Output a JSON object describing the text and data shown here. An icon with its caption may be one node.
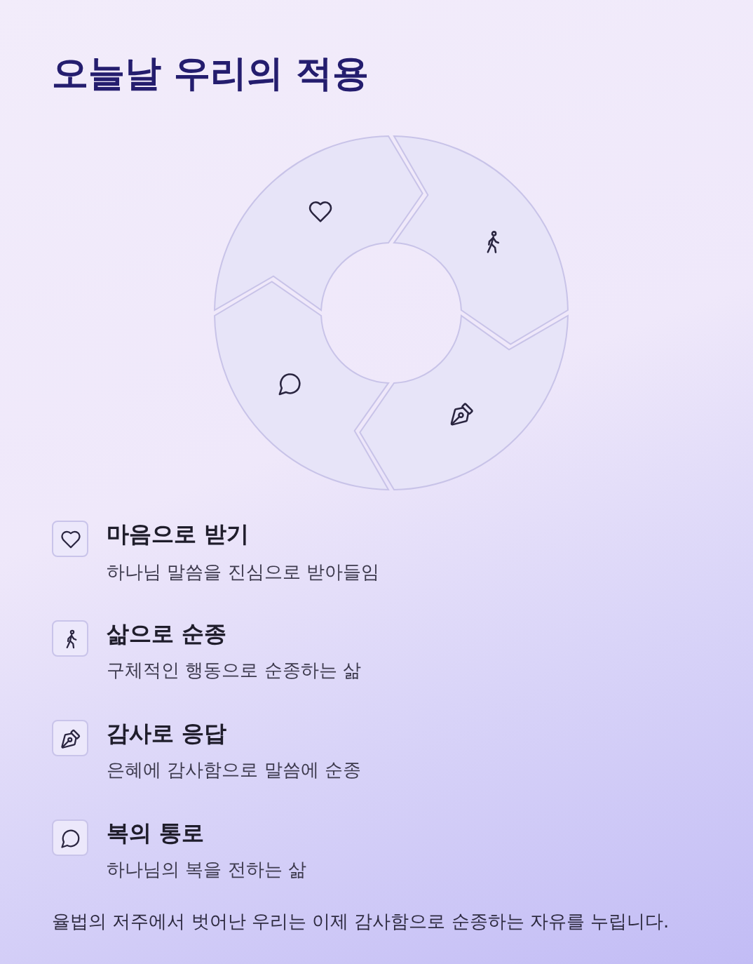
{
  "diagram": {
    "title": "오늘날 우리의 적용",
    "caption": "율법의 저주에서 벗어난 우리는 이제 감사함으로 순종하는 자유를 누립니다.",
    "nodes": [
      {
        "text": [],
        "shape": "arrow"
      },
      {
        "text": [],
        "shape": "arrow"
      },
      {
        "text": [],
        "shape": "arrow"
      },
      {
        "text": [],
        "shape": "arrow"
      }
    ],
    "labels": [
      "마음으로 받기",
      "하나님 말씀을 진심으로 받아들임",
      "삶으로 순종",
      "구체적인 행동으로 순종하는 삶",
      "감사로 응답",
      "은혜에 감사함으로 말씀에 순종",
      "복의 통로",
      "하나님의 복을 전하는 삶"
    ]
  }
}
